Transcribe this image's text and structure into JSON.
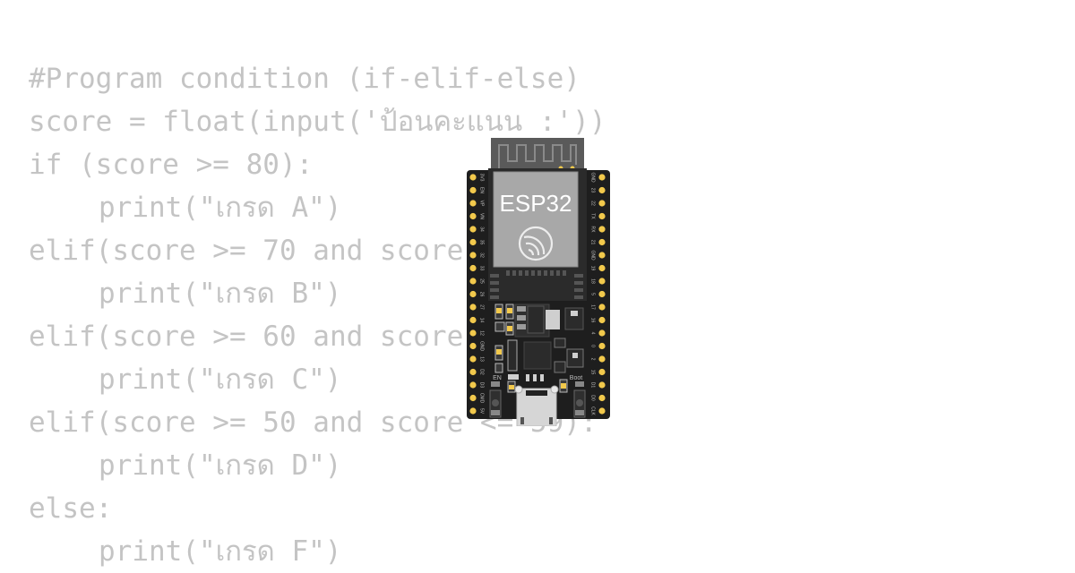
{
  "colors": {
    "code_text": "#c4c4c4",
    "board_body": "#1e1e1e",
    "antenna": "#5a5a5a",
    "module_shield": "#a8a8a8",
    "pin": "#f2c94c",
    "usb": "#d6d6d6"
  },
  "code": {
    "lines": [
      {
        "text": "#Program condition (if-elif-else)",
        "indent": 0
      },
      {
        "text": "score = float(input('ป้อนคะแนน :'))",
        "indent": 0
      },
      {
        "text": "if (score >= 80):",
        "indent": 0
      },
      {
        "text": "print(\"เกรด A\")",
        "indent": 1
      },
      {
        "text": "elif(score >= 70 and score <= 79):",
        "indent": 0
      },
      {
        "text": "print(\"เกรด B\")",
        "indent": 1
      },
      {
        "text": "elif(score >= 60 and score <= 69):",
        "indent": 0
      },
      {
        "text": "print(\"เกรด C\")",
        "indent": 1
      },
      {
        "text": "elif(score >= 50 and score <= 59):",
        "indent": 0
      },
      {
        "text": "print(\"เกรด D\")",
        "indent": 1
      },
      {
        "text": "else:",
        "indent": 0
      },
      {
        "text": "print(\"เกรด F\")",
        "indent": 1
      }
    ]
  },
  "board": {
    "module_label": "ESP32",
    "logo_icon": "espressif-logo-icon",
    "left_pins": [
      "3V3",
      "EN",
      "VP",
      "VN",
      "34",
      "35",
      "32",
      "33",
      "25",
      "26",
      "27",
      "14",
      "12",
      "GND",
      "13",
      "D2",
      "D3",
      "CMD",
      "5V"
    ],
    "right_pins": [
      "GND",
      "23",
      "22",
      "TX",
      "RX",
      "21",
      "GND",
      "19",
      "18",
      "5",
      "17",
      "16",
      "4",
      "0",
      "2",
      "15",
      "D1",
      "D0",
      "CLK"
    ],
    "en_button_label": "EN",
    "boot_button_label": "Boot"
  }
}
